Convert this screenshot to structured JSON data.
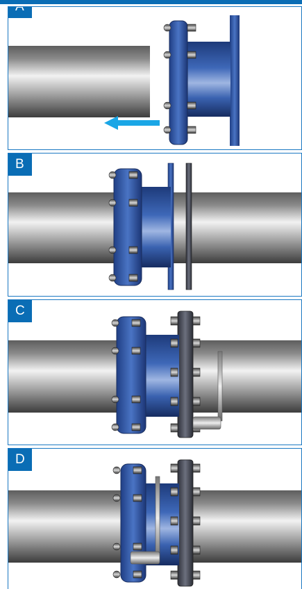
{
  "steps": [
    {
      "label": "A"
    },
    {
      "label": "B"
    },
    {
      "label": "C"
    },
    {
      "label": "D"
    }
  ],
  "colors": {
    "frame": "#1a78c2",
    "badge": "#0a6db5",
    "pipe": "#8c8c8c",
    "coupling": "#2c4f9c",
    "flange": "#4a4d59",
    "arrow": "#1aa6e6"
  },
  "icons": [
    "pipe",
    "coupling",
    "flange",
    "bolt",
    "arrow-left",
    "torque-wrench"
  ]
}
